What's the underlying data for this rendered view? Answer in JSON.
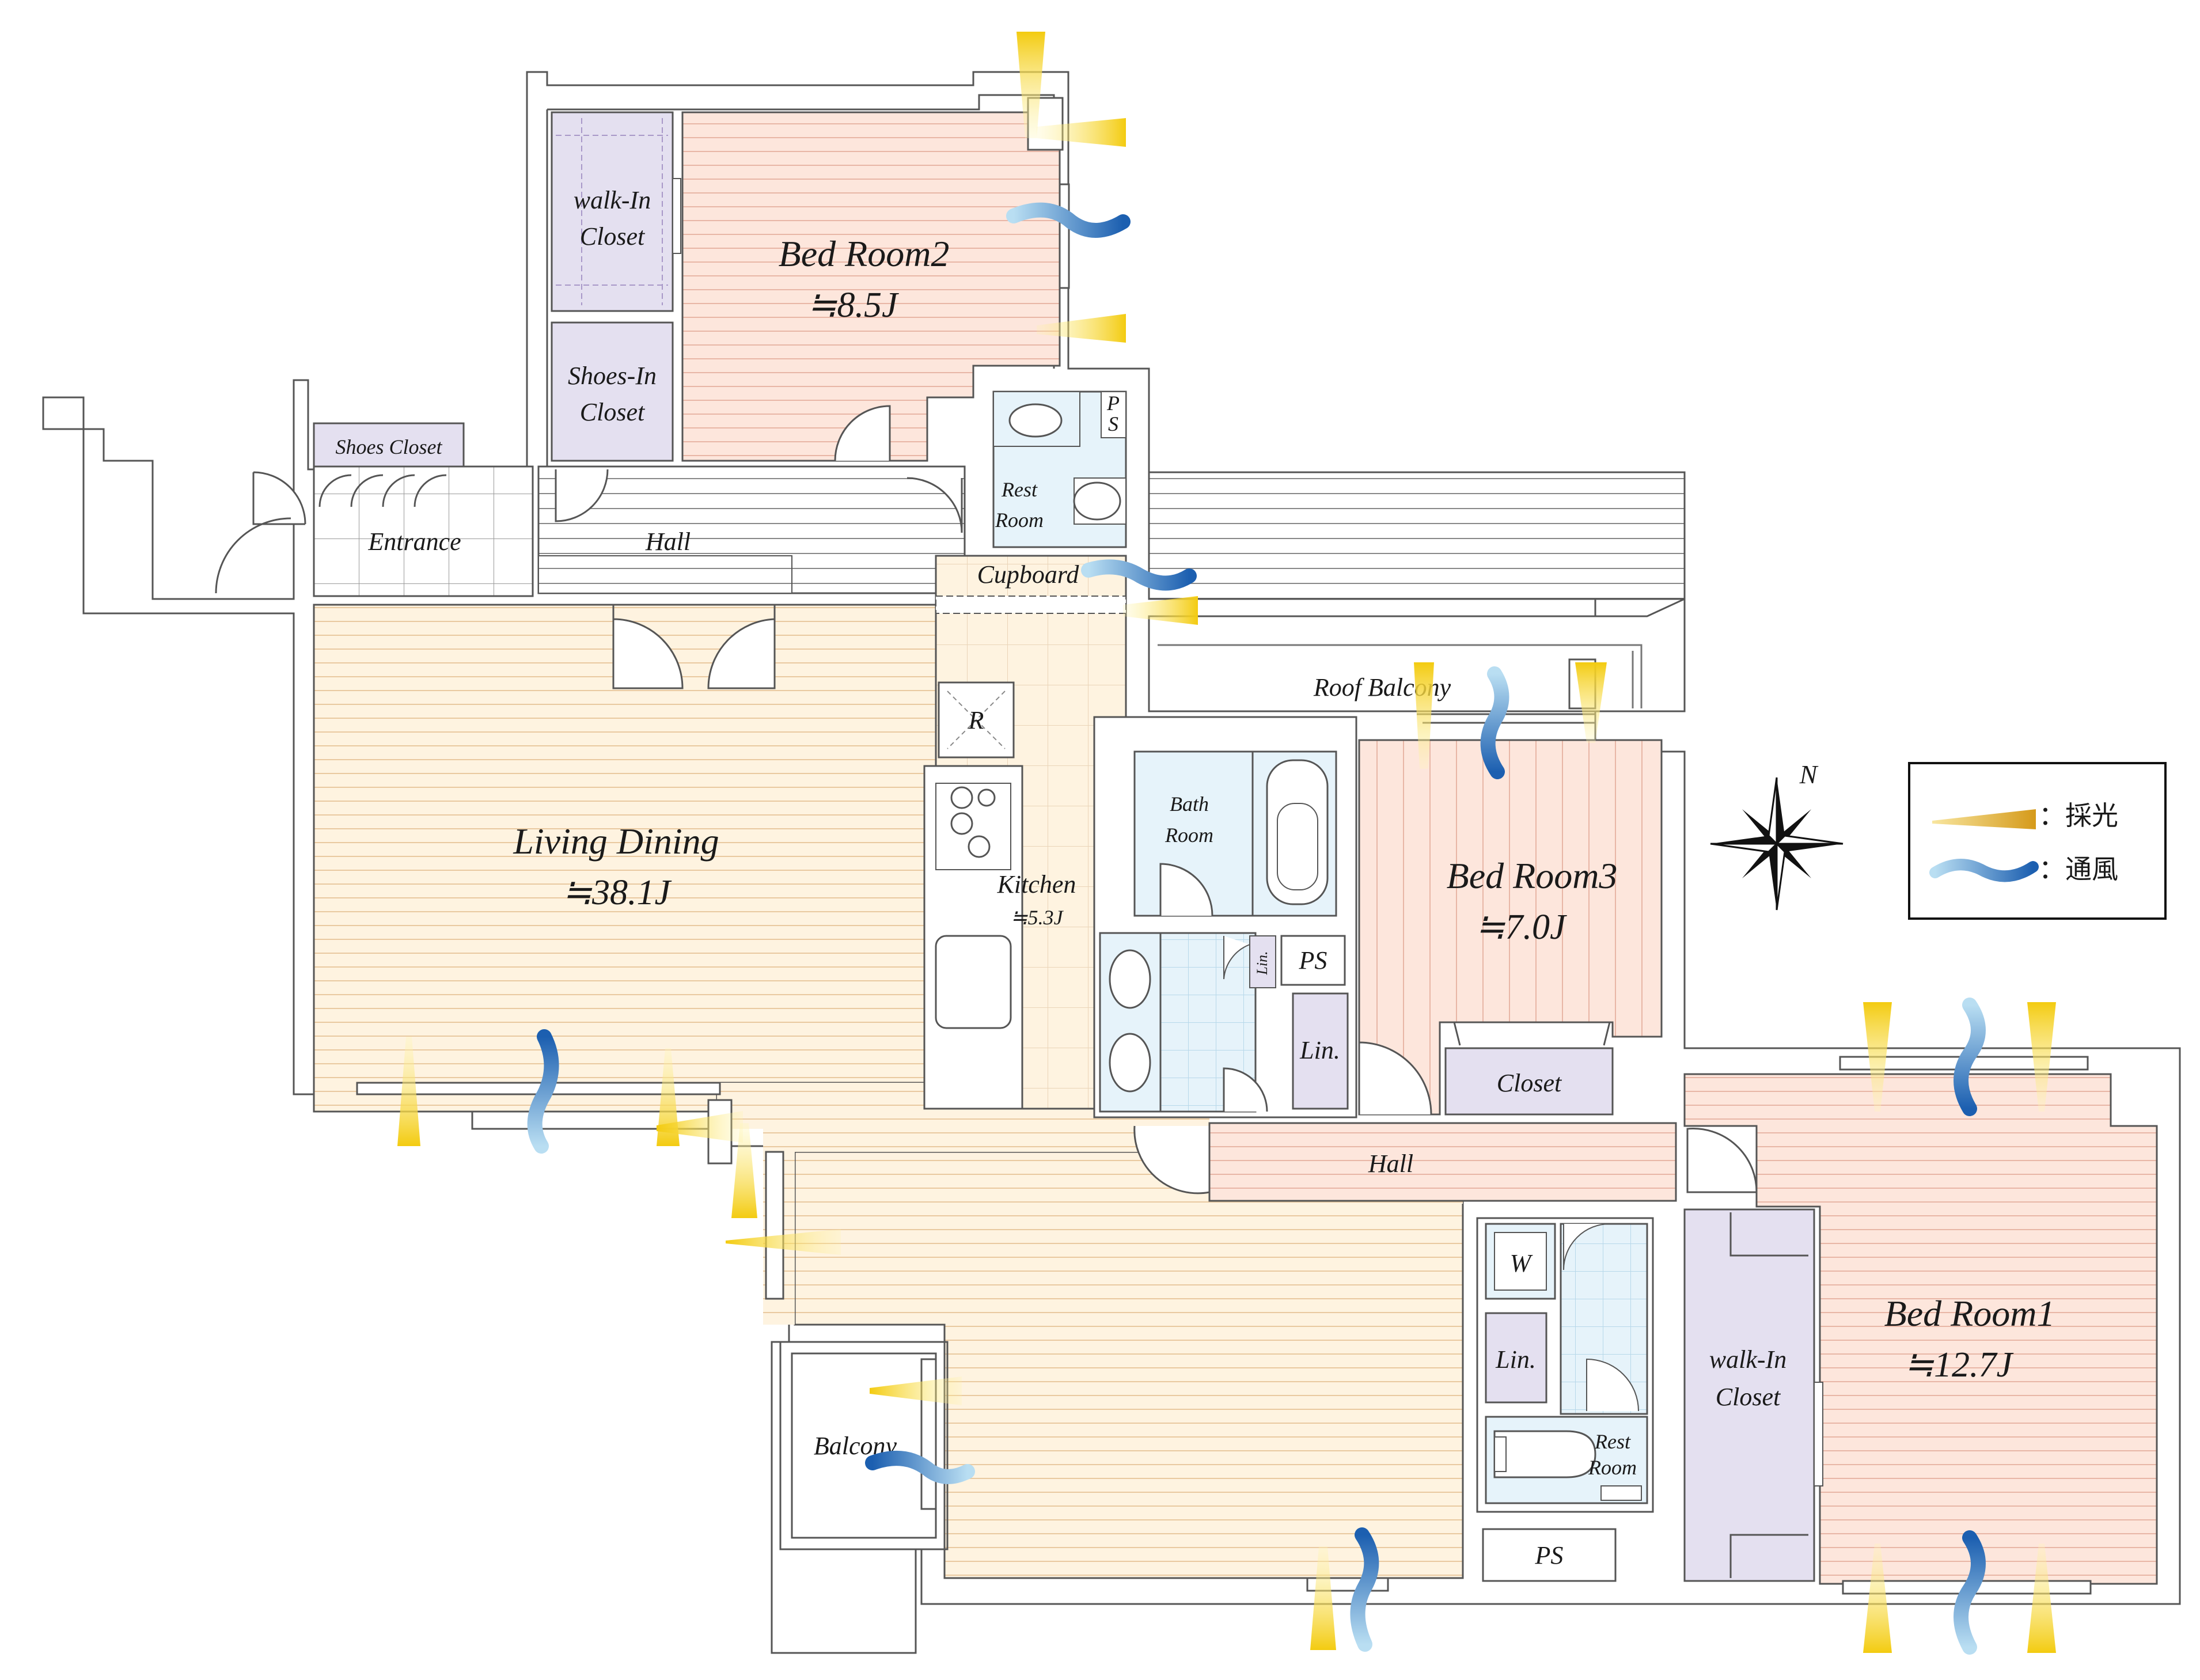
{
  "rooms": {
    "bedroom2": {
      "name": "Bed Room2",
      "area": "≒8.5J"
    },
    "bedroom3": {
      "name": "Bed Room3",
      "area": "≒7.0J"
    },
    "bedroom1": {
      "name": "Bed Room1",
      "area": "≒12.7J"
    },
    "living": {
      "name": "Living Dining",
      "area": "≒38.1J"
    },
    "kitchen": {
      "name": "Kitchen",
      "area": "≒5.3J"
    }
  },
  "labels": {
    "walk_in_closet_top_1": "walk-In",
    "walk_in_closet_top_2": "Closet",
    "shoes_in_closet_1": "Shoes-In",
    "shoes_in_closet_2": "Closet",
    "shoes_closet": "Shoes Closet",
    "entrance": "Entrance",
    "hall_north": "Hall",
    "rest_room_north_1": "Rest",
    "rest_room_north_2": "Room",
    "ps_north_1": "P",
    "ps_north_2": "S",
    "cupboard": "Cupboard",
    "roof_balcony": "Roof Balcony",
    "refrigerator": "R",
    "bath_room_1": "Bath",
    "bath_room_2": "Room",
    "lin_small": "Lin.",
    "ps_mid": "PS",
    "lin_mid": "Lin.",
    "closet_br3": "Closet",
    "hall_south": "Hall",
    "washer": "W",
    "lin_south": "Lin.",
    "rest_room_south_1": "Rest",
    "rest_room_south_2": "Room",
    "ps_south": "PS",
    "walk_in_closet_br1_1": "walk-In",
    "walk_in_closet_br1_2": "Closet",
    "balcony": "Balcony",
    "compass_north": "N"
  },
  "legend": {
    "light_label": "：採光",
    "wind_label": "：通風"
  },
  "colors": {
    "bedroom_floor": "#fde6dc",
    "living_floor": "#fef3e0",
    "closet": "#e4e0f0",
    "wet_area": "#e6f3fa",
    "hall_floor": "#fde6dc",
    "light_arrow": "#f7d21a",
    "wind_arrow": "#2a6fb8",
    "wall": "#555555"
  }
}
